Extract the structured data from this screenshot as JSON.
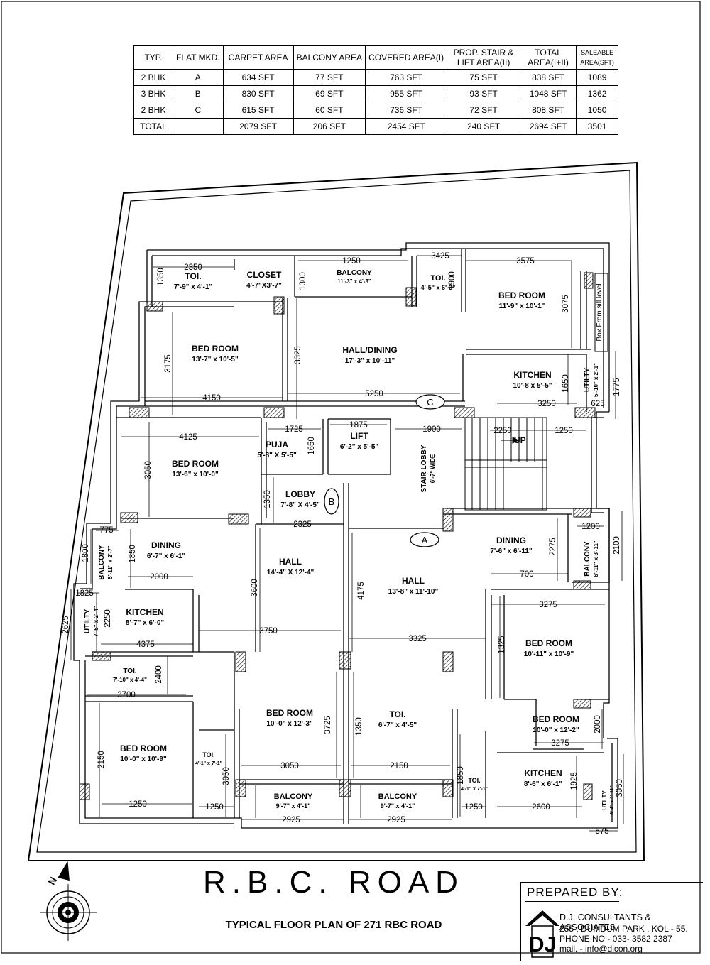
{
  "area_table": {
    "headers": [
      "TYP.",
      "FLAT MKD.",
      "CARPET AREA",
      "BALCONY AREA",
      "COVERED AREA(I)",
      "PROP. STAIR & LIFT AREA(II)",
      "TOTAL AREA(I+II)",
      "SALEABLE AREA(SFT)"
    ],
    "rows": [
      [
        "2 BHK",
        "A",
        "634 SFT",
        "77 SFT",
        "763 SFT",
        "75 SFT",
        "838 SFT",
        "1089"
      ],
      [
        "3 BHK",
        "B",
        "830 SFT",
        "69 SFT",
        "955 SFT",
        "93 SFT",
        "1048 SFT",
        "1362"
      ],
      [
        "2 BHK",
        "C",
        "615 SFT",
        "60 SFT",
        "736 SFT",
        "72 SFT",
        "808 SFT",
        "1050"
      ],
      [
        "TOTAL",
        "",
        "2079 SFT",
        "206 SFT",
        "2454 SFT",
        "240 SFT",
        "2694 SFT",
        "3501"
      ]
    ]
  },
  "rooms": [
    {
      "name": "TOI.",
      "size": "7'-9\" x 4'-1\""
    },
    {
      "name": "CLOSET",
      "size": "4'-7\"X3'-7\""
    },
    {
      "name": "BALCONY",
      "size": "11'-3\" x 4'-3\""
    },
    {
      "name": "TOI.",
      "size": "4'-5\" x 6'-3\""
    },
    {
      "name": "BED ROOM",
      "size": "11'-9\" x 10'-1\""
    },
    {
      "name": "BED ROOM",
      "size": "13'-7\" x 10'-5\""
    },
    {
      "name": "HALL/DINING",
      "size": "17'-3\" x 10'-11\""
    },
    {
      "name": "KITCHEN",
      "size": "10'-8 x 5'-5\""
    },
    {
      "name": "UTILTY",
      "size": "5'-10\" x 2'-1\""
    },
    {
      "name": "BED ROOM",
      "size": "13'-6\" x 10'-0\""
    },
    {
      "name": "PUJA",
      "size": "5'-8\" X 5'-5\""
    },
    {
      "name": "LIFT",
      "size": "6'-2\" x 5'-5\""
    },
    {
      "name": "STAIR LOBBY",
      "size": "6'-7\" WIDE"
    },
    {
      "name": "LOBBY",
      "size": "7'-8\" X 4'-5\""
    },
    {
      "name": "DINING",
      "size": "6'-7\" x 6'-1\""
    },
    {
      "name": "BALCONY",
      "size": "5'-11\" x 2'-7\""
    },
    {
      "name": "HALL",
      "size": "14'-4\" X 12'-4\""
    },
    {
      "name": "HALL",
      "size": "13'-8\" x 11'-10\""
    },
    {
      "name": "DINING",
      "size": "7'-6\" x 6'-11\""
    },
    {
      "name": "BALCONY",
      "size": "6'-11\" x 3'-11\""
    },
    {
      "name": "KITCHEN",
      "size": "8'-7\" x 6'-0\""
    },
    {
      "name": "UTILTY",
      "size": "7'-5\" x 2'-4\""
    },
    {
      "name": "BED ROOM",
      "size": "10'-11\" x 10'-9\""
    },
    {
      "name": "TOI.",
      "size": "7'-10\" x 4'-4\""
    },
    {
      "name": "BED ROOM",
      "size": "10'-0\" x 12'-2\""
    },
    {
      "name": "BED ROOM",
      "size": "10'-0\" x 12'-3\""
    },
    {
      "name": "TOI.",
      "size": "6'-7\" x 4'-5\""
    },
    {
      "name": "BED ROOM",
      "size": "10'-0\" x 10'-9\""
    },
    {
      "name": "TOI.",
      "size": "4'-1\" x 7'-1\""
    },
    {
      "name": "TOI.",
      "size": "4'-1\" x 7'-1\""
    },
    {
      "name": "KITCHEN",
      "size": "8'-6\" x 6'-1\""
    },
    {
      "name": "UTILTY",
      "size": "6'-4\" x 1'-11\""
    },
    {
      "name": "BALCONY",
      "size": "9'-7\" x 4'-1\""
    },
    {
      "name": "BALCONY",
      "size": "9'-7\" x 4'-1\""
    }
  ],
  "dimensions": [
    "2350",
    "1250",
    "3425",
    "1300",
    "1350",
    "1900",
    "3575",
    "3075",
    "3175",
    "3325",
    "4150",
    "5250",
    "1650",
    "3250",
    "1775",
    "625",
    "1875",
    "1725",
    "1650",
    "1900",
    "2250",
    "1250",
    "4125",
    "3050",
    "1350",
    "2325",
    "775",
    "1800",
    "1850",
    "2000",
    "1200",
    "2100",
    "2275",
    "700",
    "1825",
    "2250",
    "2625",
    "4375",
    "3750",
    "3600",
    "4175",
    "3325",
    "3275",
    "1325",
    "2400",
    "3700",
    "3725",
    "1350",
    "2000",
    "3275",
    "2150",
    "3050",
    "3050",
    "2150",
    "1850",
    "1925",
    "3050",
    "1250",
    "1250",
    "2925",
    "2925",
    "1250",
    "2600",
    "575"
  ],
  "notes": {
    "sill": "Box From sill level",
    "up": "UP"
  },
  "flat_markers": [
    "C",
    "B",
    "A"
  ],
  "road": "R.B.C. ROAD",
  "subtitle": "TYPICAL FLOOR PLAN OF 271 RBC ROAD",
  "compass_letter": "N",
  "prepared_by": {
    "heading": "PREPARED BY:",
    "firm": "D.J. CONSULTANTS & ASSOCIATES",
    "address": "255 , DUMDUM PARK , KOL - 55.",
    "phone": "PHONE NO - 033- 3582 2387",
    "mail": "mail.  - info@djcon.org",
    "logo": "DJ"
  }
}
